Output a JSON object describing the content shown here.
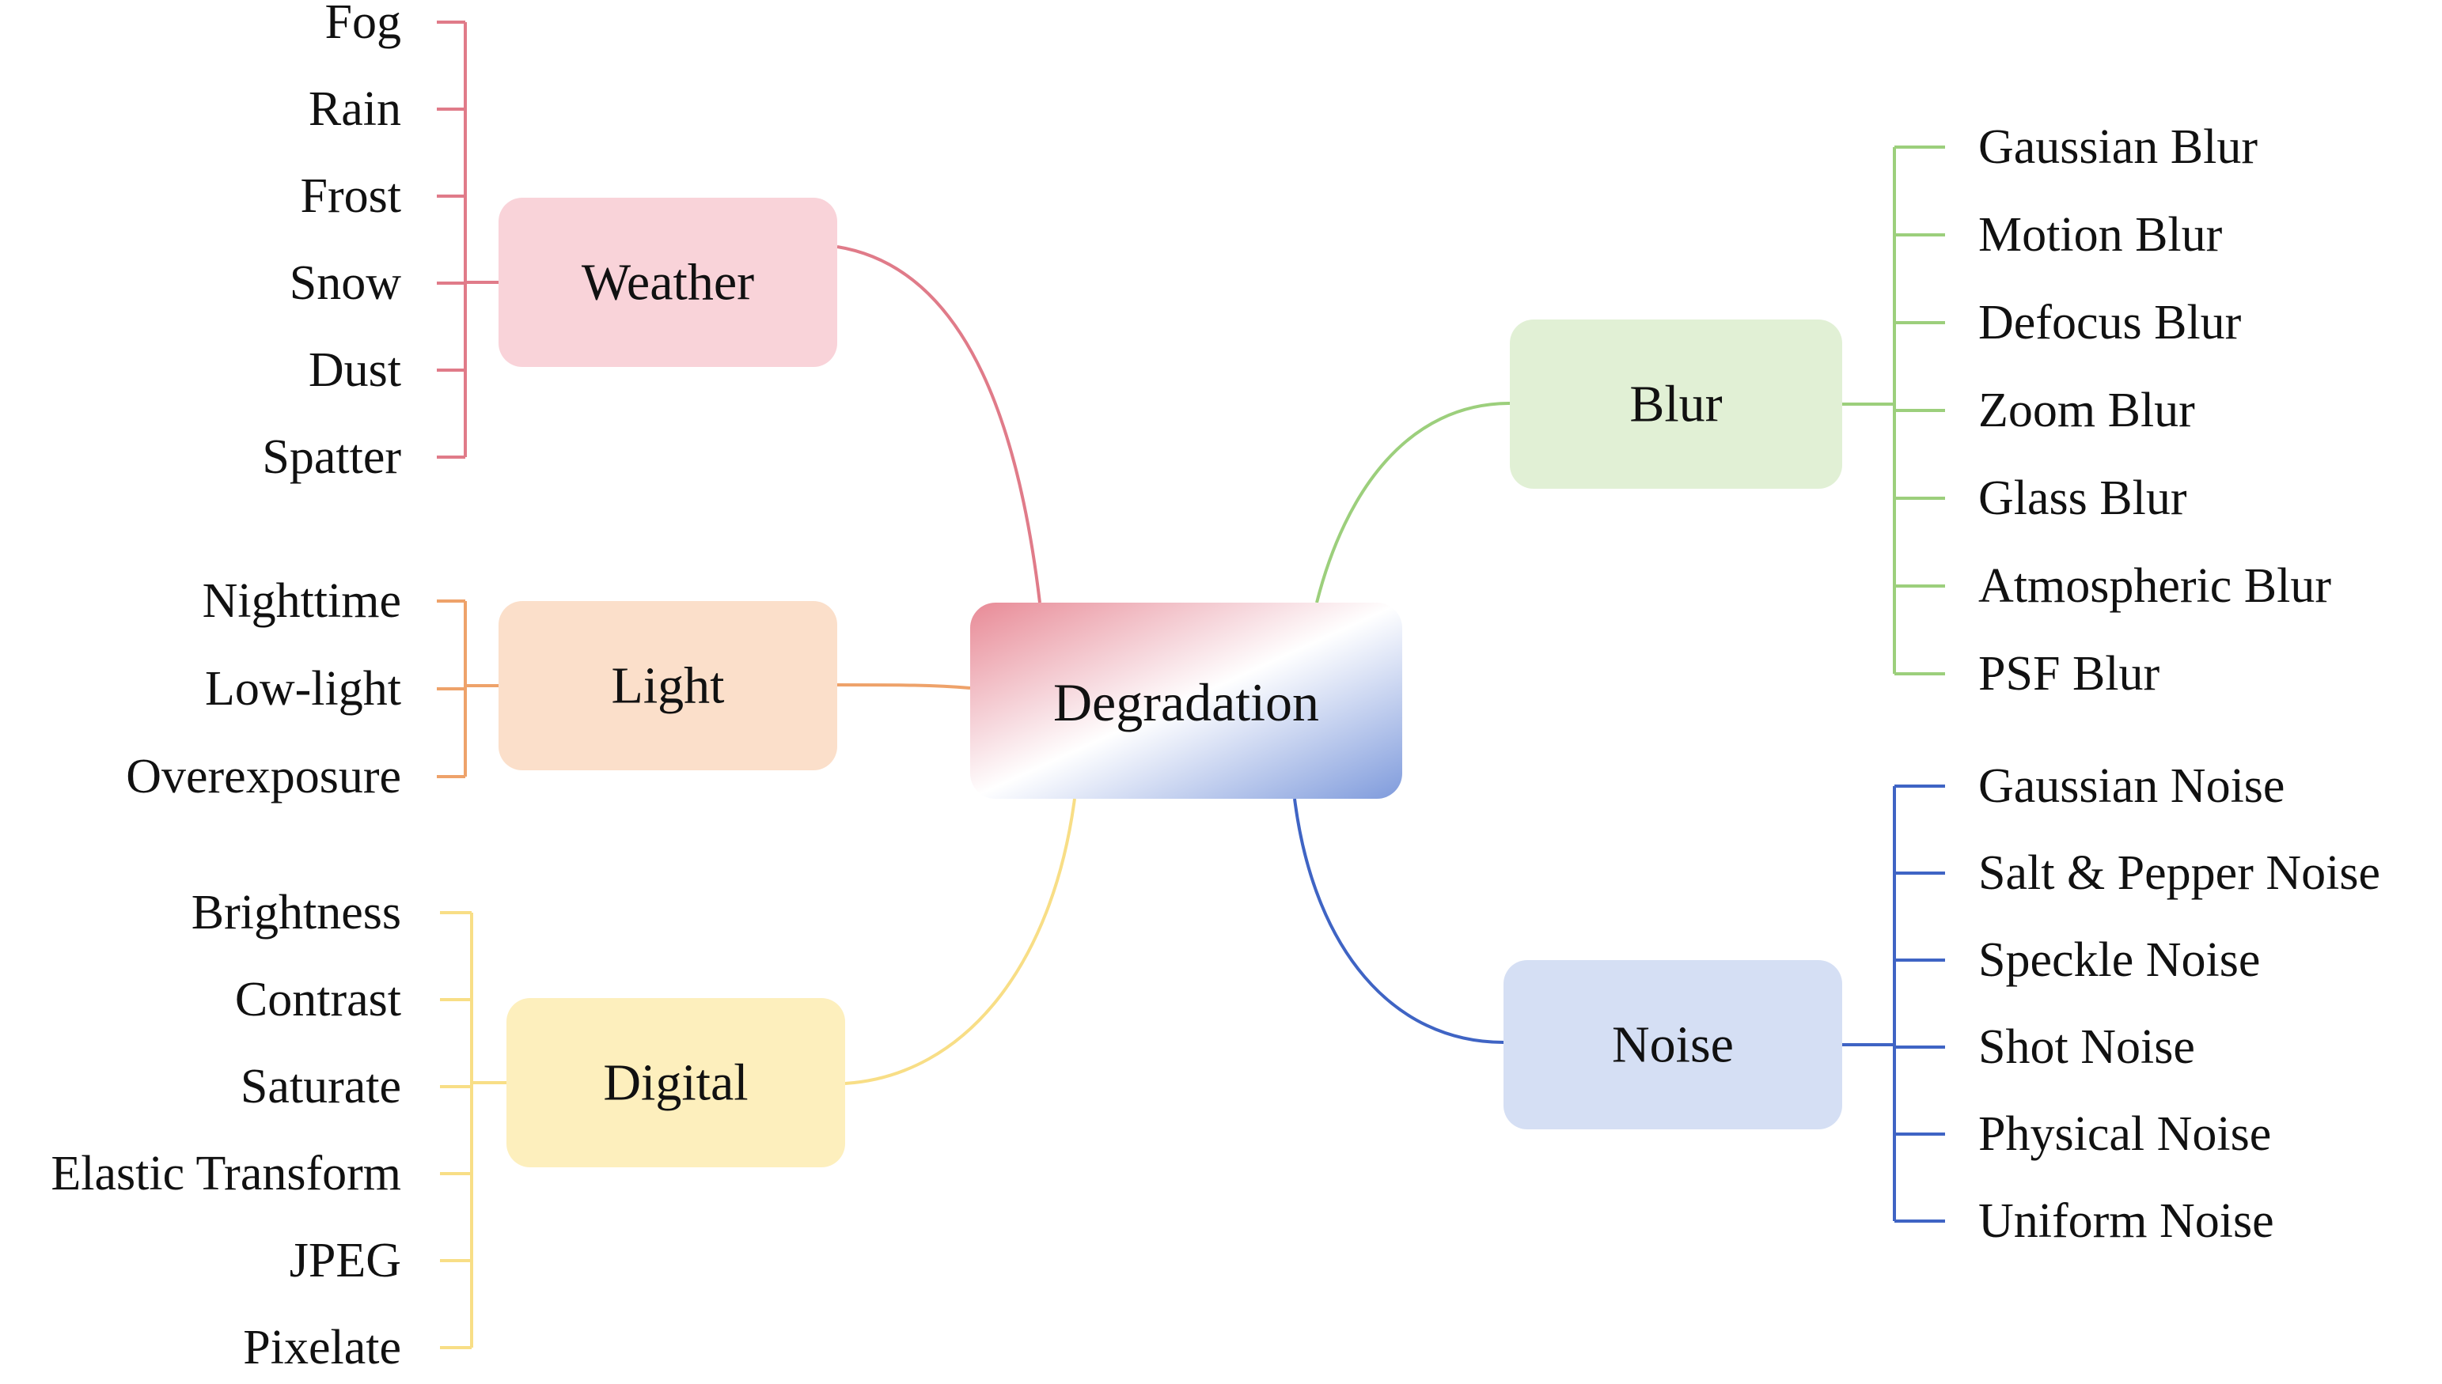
{
  "root": {
    "label": "Degradation",
    "gradient": [
      "#e88a96",
      "#f7dbe0",
      "#ffffff",
      "#d9e1f5",
      "#7f9bdc"
    ]
  },
  "categories": [
    {
      "id": "weather",
      "label": "Weather",
      "side": "left",
      "color": "#e07b89",
      "fill": "#f9d3d9",
      "leaves": [
        "Fog",
        "Rain",
        "Frost",
        "Snow",
        "Dust",
        "Spatter"
      ]
    },
    {
      "id": "light",
      "label": "Light",
      "side": "left",
      "color": "#eea26a",
      "fill": "#fbdfca",
      "leaves": [
        "Nighttime",
        "Low-light",
        "Overexposure"
      ]
    },
    {
      "id": "digital",
      "label": "Digital",
      "side": "left",
      "color": "#f8de86",
      "fill": "#fdefbd",
      "leaves": [
        "Brightness",
        "Contrast",
        "Saturate",
        "Elastic Transform",
        "JPEG",
        "Pixelate"
      ]
    },
    {
      "id": "blur",
      "label": "Blur",
      "side": "right",
      "color": "#9ccf7c",
      "fill": "#e1f0d5",
      "leaves": [
        "Gaussian Blur",
        "Motion Blur",
        "Defocus Blur",
        "Zoom Blur",
        "Glass Blur",
        "Atmospheric Blur",
        "PSF Blur"
      ]
    },
    {
      "id": "noise",
      "label": "Noise",
      "side": "right",
      "color": "#3f64c4",
      "fill": "#d5dff4",
      "leaves": [
        "Gaussian Noise",
        "Salt & Pepper Noise",
        "Speckle Noise",
        "Shot Noise",
        "Physical Noise",
        "Uniform Noise"
      ]
    }
  ]
}
